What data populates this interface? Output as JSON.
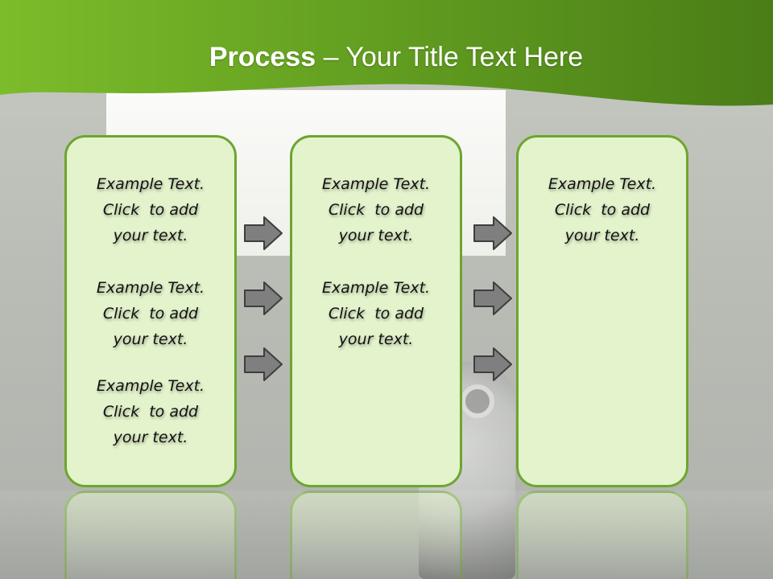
{
  "title": {
    "strong": "Process",
    "rest": "– Your Title Text Here"
  },
  "colors": {
    "header_green": "#5f9a1f",
    "box_fill": "#e3f3cc",
    "box_border": "#6ea52f",
    "arrow_fill": "#7f7f7f"
  },
  "boxes": [
    {
      "blocks": [
        {
          "line1": "Example Text.",
          "line2": "Click  to add",
          "line3": "your text."
        },
        {
          "line1": "Example Text.",
          "line2": "Click  to add",
          "line3": "your text."
        },
        {
          "line1": "Example Text.",
          "line2": "Click  to add",
          "line3": "your text."
        }
      ]
    },
    {
      "blocks": [
        {
          "line1": "Example Text.",
          "line2": "Click  to add",
          "line3": "your text."
        },
        {
          "line1": "Example Text.",
          "line2": "Click  to add",
          "line3": "your text."
        }
      ]
    },
    {
      "blocks": [
        {
          "line1": "Example Text.",
          "line2": "Click  to add",
          "line3": "your text."
        }
      ]
    }
  ],
  "icons": {
    "arrow": "right-arrow-icon"
  }
}
